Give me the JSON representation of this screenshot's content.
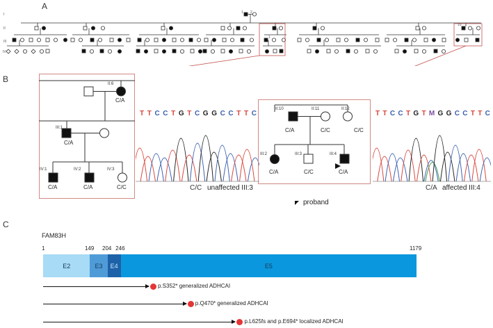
{
  "panels": {
    "a": "A",
    "b": "B",
    "c": "C"
  },
  "generations": [
    "I",
    "II",
    "III",
    "IV"
  ],
  "pedigree_a": {
    "founder_labels": [
      "1",
      "2"
    ],
    "highlight_labels": [
      "1",
      "10"
    ]
  },
  "left_family": {
    "members": [
      {
        "id": "II:6",
        "genotype": "C/A"
      },
      {
        "id": "III:1",
        "genotype": "C/A"
      },
      {
        "id": "IV:1",
        "genotype": "C/A"
      },
      {
        "id": "IV:2",
        "genotype": "C/A"
      },
      {
        "id": "IV:3",
        "genotype": "C/C"
      }
    ]
  },
  "right_family": {
    "members": [
      {
        "id": "II:10",
        "genotype": "C/A"
      },
      {
        "id": "II:11",
        "genotype": "C/C"
      },
      {
        "id": "II:12",
        "genotype": "C/C"
      },
      {
        "id": "III:2",
        "genotype": "C/A"
      },
      {
        "id": "III:3",
        "genotype": "C/C"
      },
      {
        "id": "III:4",
        "genotype": "C/A"
      }
    ],
    "proband_label": "proband"
  },
  "chromatogram_left": {
    "sequence": [
      "T",
      "T",
      "C",
      "C",
      "T",
      "G",
      "T",
      "C",
      "G",
      "G",
      "C",
      "C",
      "T",
      "T",
      "C"
    ],
    "genotype": "C/C",
    "caption": "unaffected III:3"
  },
  "chromatogram_right": {
    "sequence": [
      "T",
      "T",
      "C",
      "C",
      "T",
      "G",
      "T",
      "M",
      "G",
      "G",
      "C",
      "C",
      "T",
      "T",
      "C"
    ],
    "genotype": "C/A",
    "caption": "affected III:4"
  },
  "base_colors": {
    "T": "#d9463b",
    "C": "#3a5fb0",
    "G": "#222222",
    "A": "#3a9a4a",
    "M": "#7a4fa0"
  },
  "protein": {
    "name": "FAM83H",
    "length": 1179,
    "ticks": [
      {
        "value": 1,
        "label": "1"
      },
      {
        "value": 149,
        "label": "149"
      },
      {
        "value": 204,
        "label": "204"
      },
      {
        "value": 246,
        "label": "246"
      },
      {
        "value": 1179,
        "label": "1179"
      }
    ],
    "exons": [
      {
        "label": "E2",
        "start": 1,
        "end": 149,
        "color": "#a8dbf5"
      },
      {
        "label": "E3",
        "start": 149,
        "end": 204,
        "color": "#4f9bd8"
      },
      {
        "label": "E4",
        "start": 204,
        "end": 246,
        "color": "#1d62a8"
      },
      {
        "label": "E5",
        "start": 246,
        "end": 1179,
        "color": "#0b97dd"
      }
    ],
    "mutations": [
      {
        "position": 352,
        "label": "p.S352* generalized ADHCAI"
      },
      {
        "position": 470,
        "label": "p.Q470* generalized ADHCAI"
      },
      {
        "position": 625,
        "label": "p.L625fs and p.E694* localized ADHCAI"
      }
    ]
  }
}
